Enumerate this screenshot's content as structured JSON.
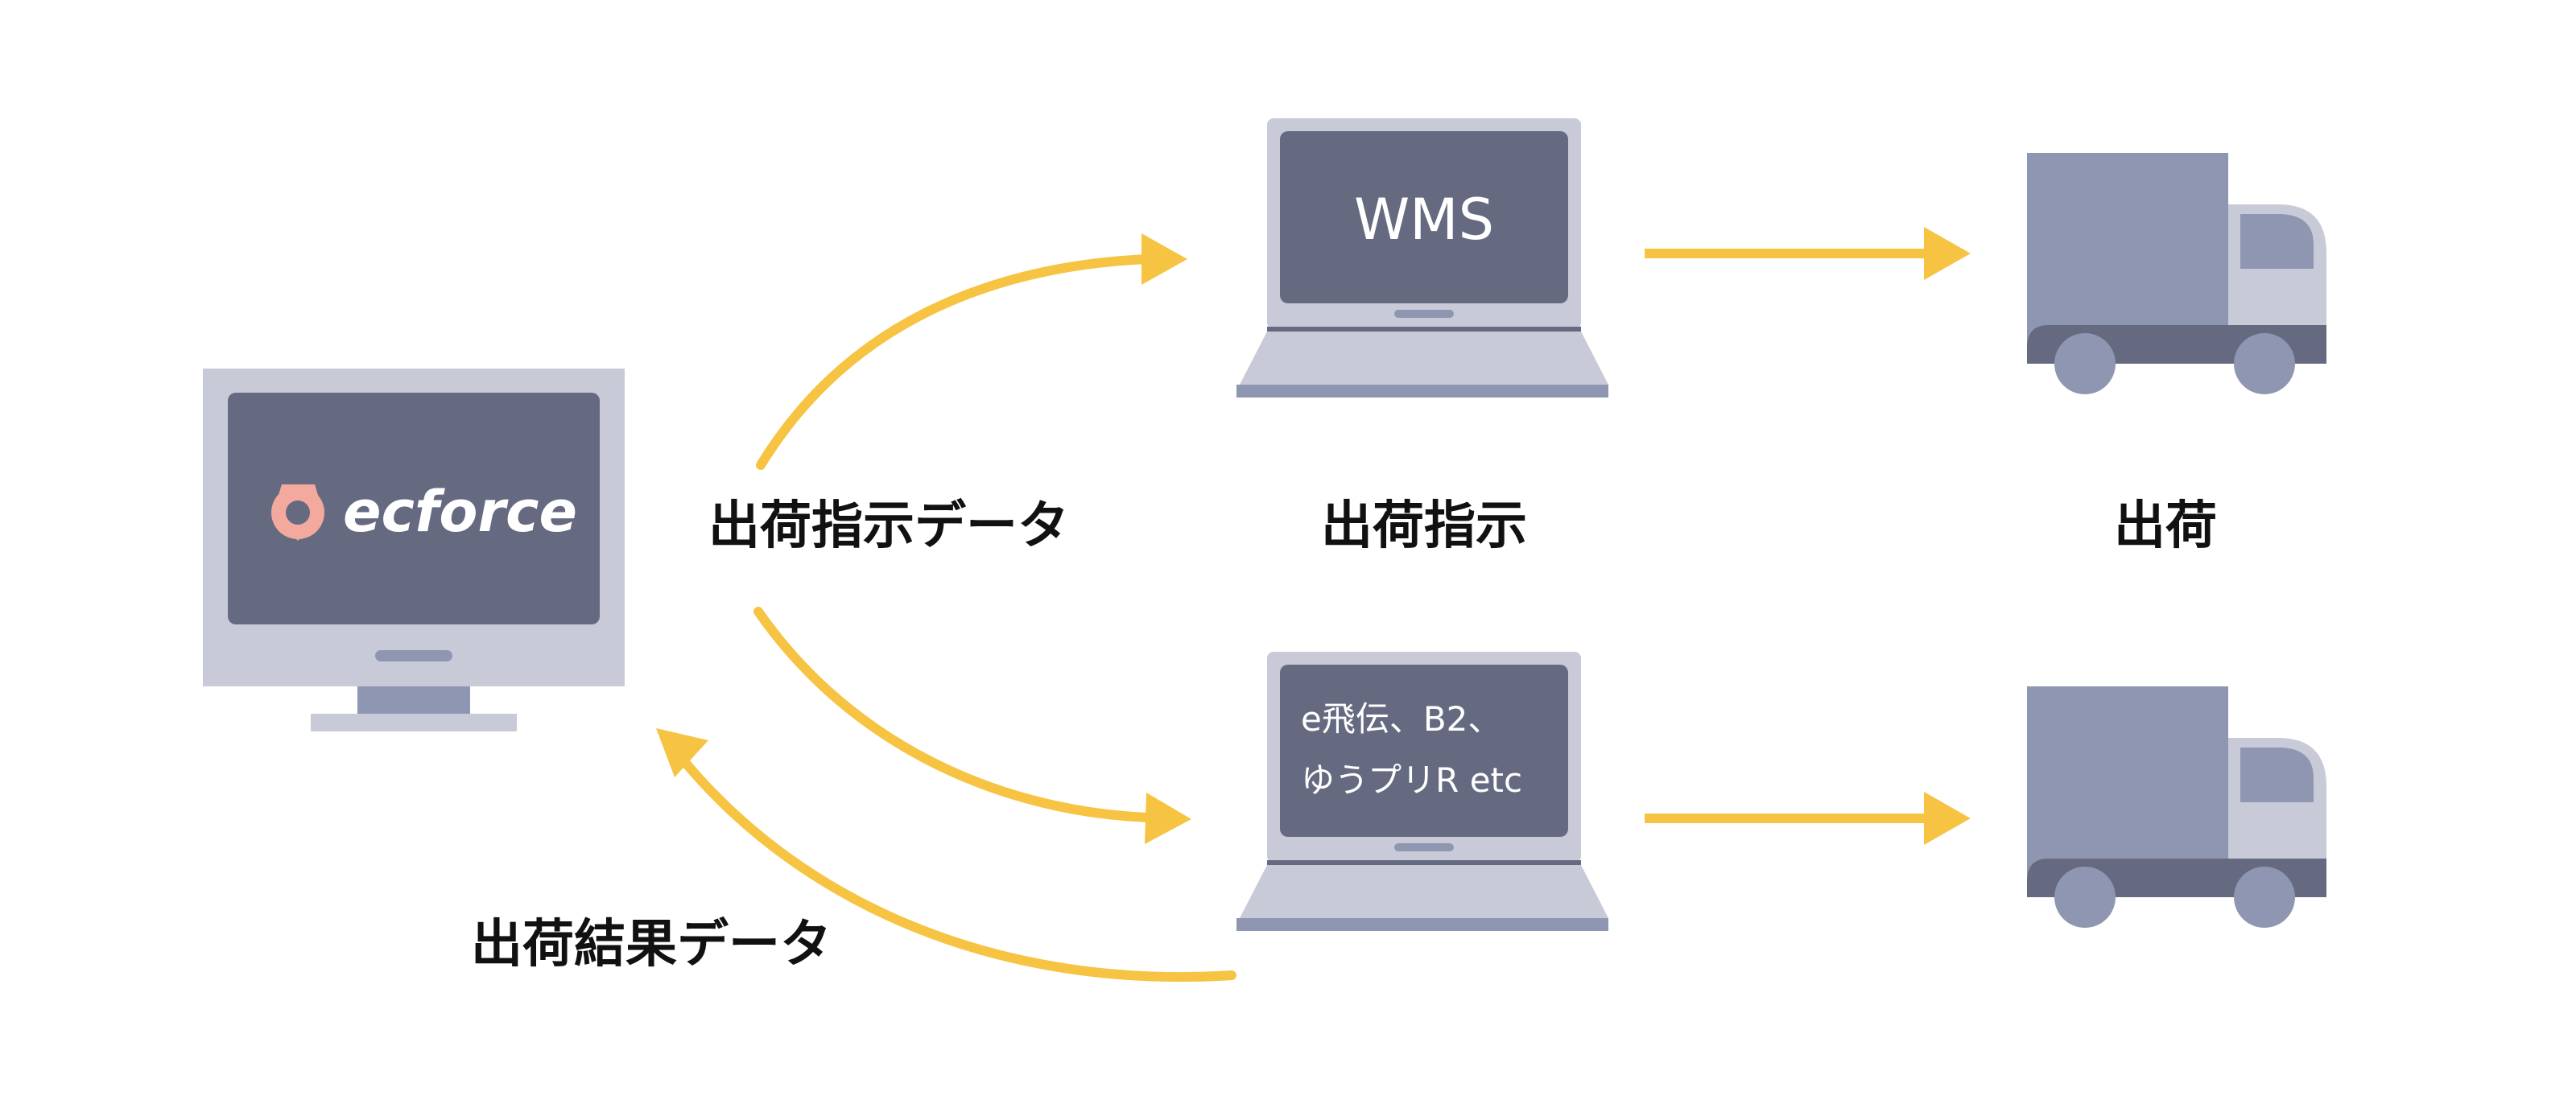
{
  "ecforce": {
    "logo_text": "ecforce"
  },
  "wms": {
    "screen_text": "WMS"
  },
  "carrier": {
    "screen_line1": "e飛伝、B2、",
    "screen_line2": "ゆうプリR etc"
  },
  "labels": {
    "instruction_data": "出荷指示データ",
    "instruction": "出荷指示",
    "shipping": "出荷",
    "result_data": "出荷結果データ"
  },
  "colors": {
    "arrow": "#F6C442",
    "screen": "#666A80",
    "frame": "#C8CAD8",
    "accent": "#8E96B1",
    "logo": "#F3A99E"
  },
  "icons": {
    "pc": "desktop-monitor-icon",
    "laptop": "laptop-icon",
    "truck": "delivery-truck-icon"
  }
}
